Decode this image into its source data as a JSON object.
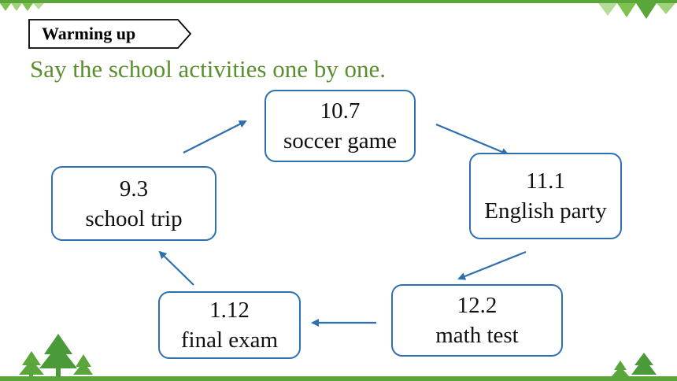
{
  "header": {
    "section_tag": "Warming up",
    "instruction": "Say the school activities one by one."
  },
  "cycle": {
    "nodes": [
      {
        "date": "10.7",
        "activity": "soccer game"
      },
      {
        "date": "11.1",
        "activity": "English party"
      },
      {
        "date": "12.2",
        "activity": "math test"
      },
      {
        "date": "1.12",
        "activity": "final exam"
      },
      {
        "date": "9.3",
        "activity": "school trip"
      }
    ],
    "direction": "clockwise"
  },
  "colors": {
    "accent_green": "#5aa63a",
    "text_green": "#5a8f2e",
    "node_border_blue": "#2e6fb0",
    "tree_green": "#4a9a3a"
  },
  "icons": [
    "tag-chevron-icon",
    "pine-tree-icon",
    "triangle-pattern-icon"
  ]
}
